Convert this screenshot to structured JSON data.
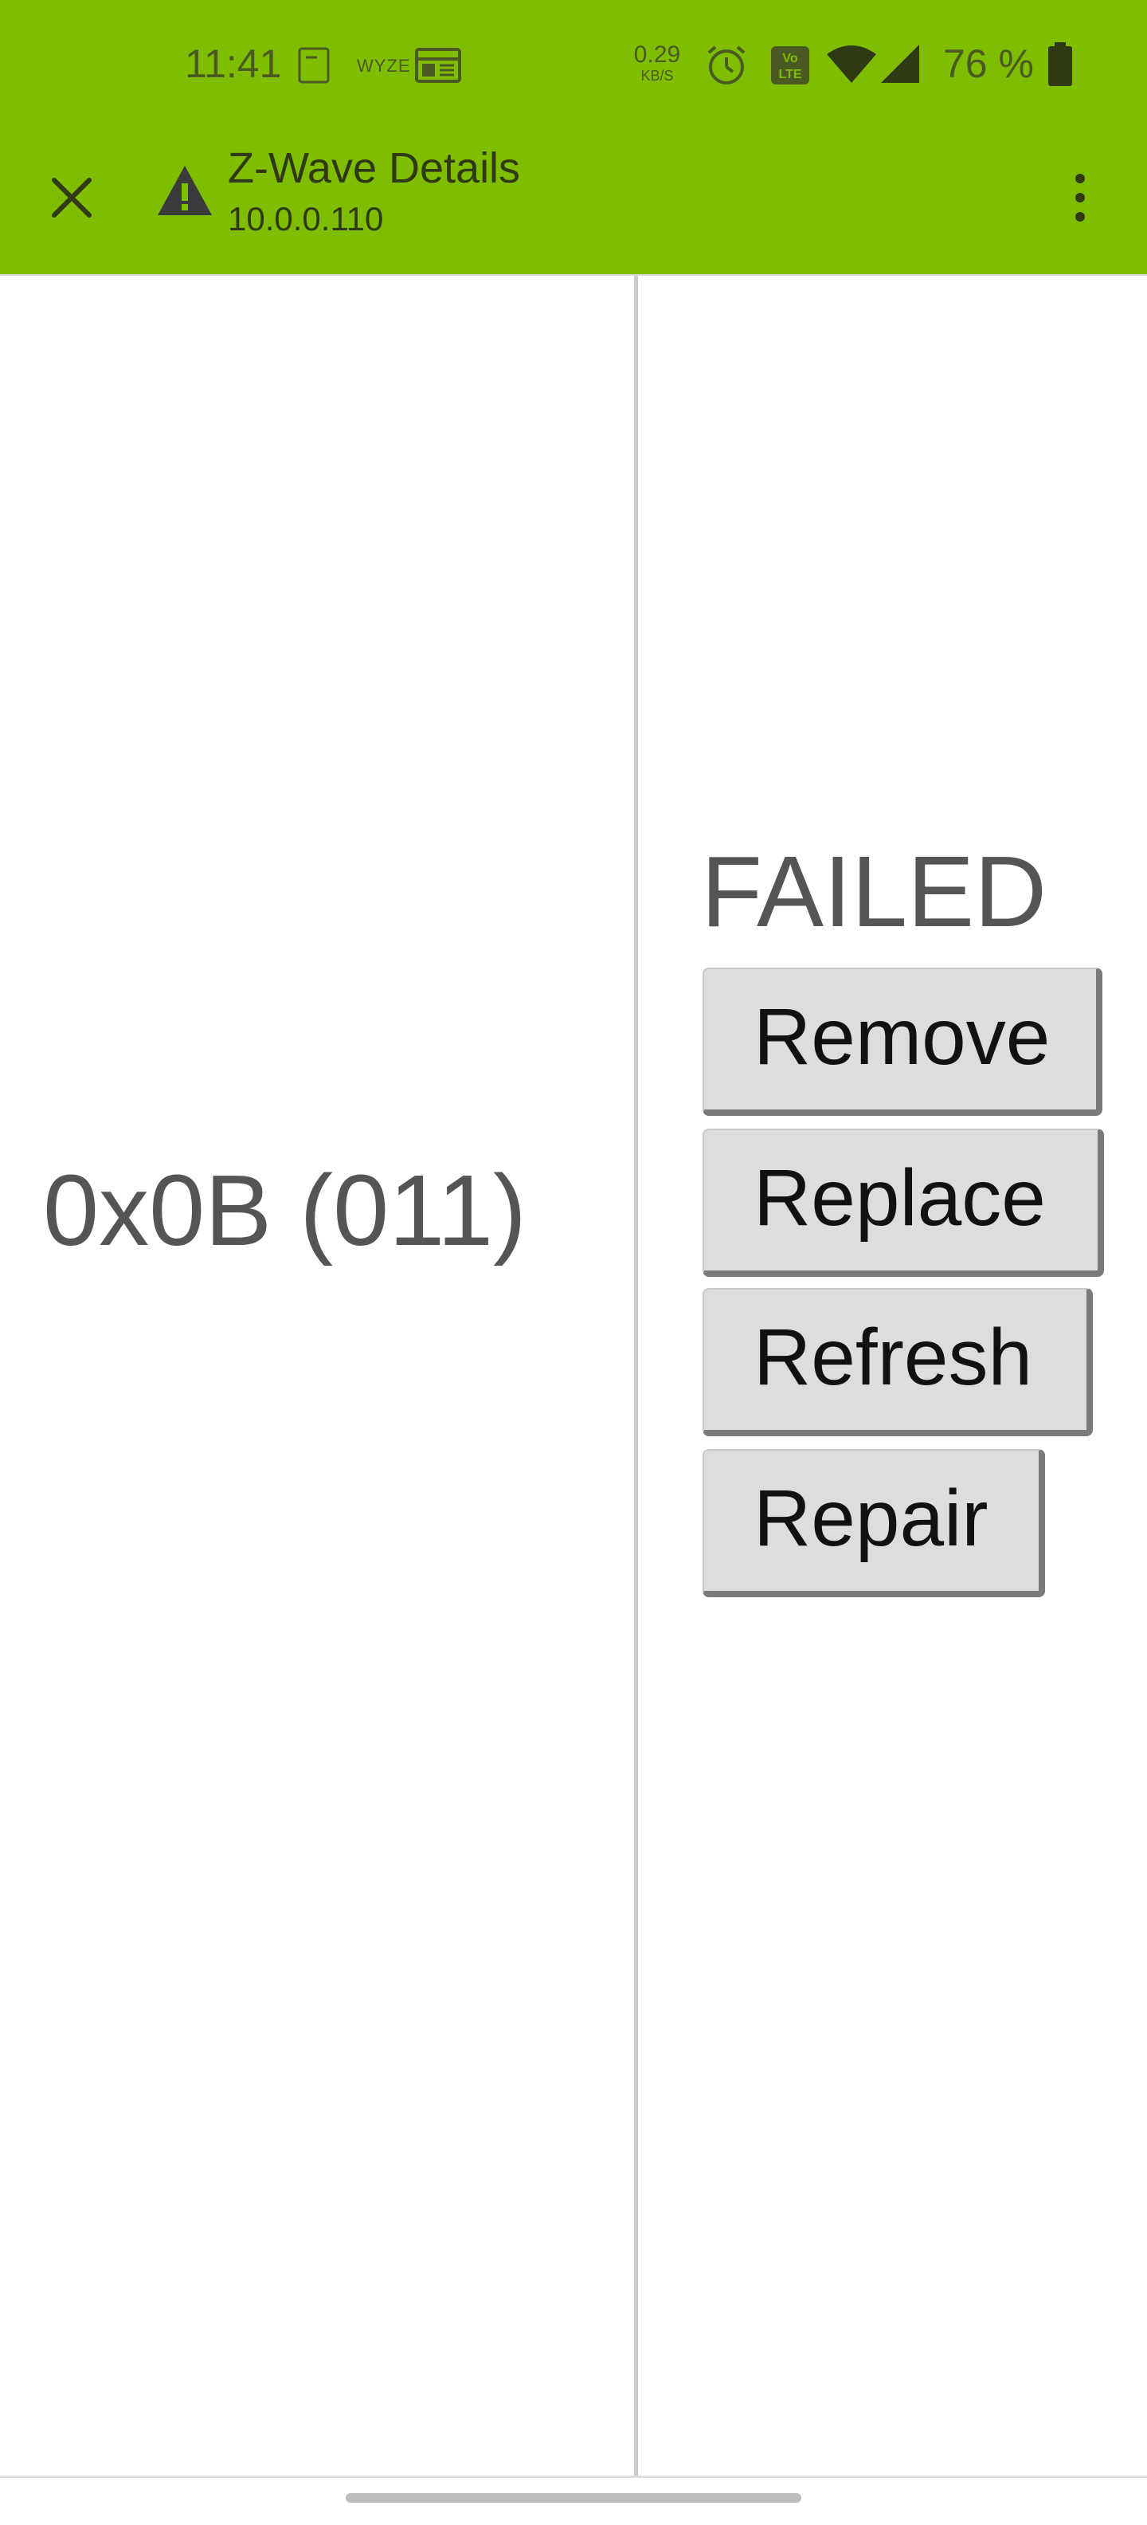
{
  "status_bar": {
    "time": "11:41",
    "notification_icons": [
      "sim-card-icon",
      "wyze-icon",
      "news-icon"
    ],
    "wyze_text": "WYZE",
    "network_speed": "0.29",
    "network_speed_unit": "KB/S",
    "battery_percent": "76 %"
  },
  "app_bar": {
    "title": "Z-Wave Details",
    "subtitle": "10.0.0.110"
  },
  "node": {
    "id": "0x0B (011)",
    "status": "FAILED"
  },
  "actions": {
    "remove": "Remove",
    "replace": "Replace",
    "refresh": "Refresh",
    "repair": "Repair"
  },
  "colors": {
    "header_bg": "#7fbd00",
    "button_bg": "#dddddd",
    "text_gray": "#555555"
  }
}
